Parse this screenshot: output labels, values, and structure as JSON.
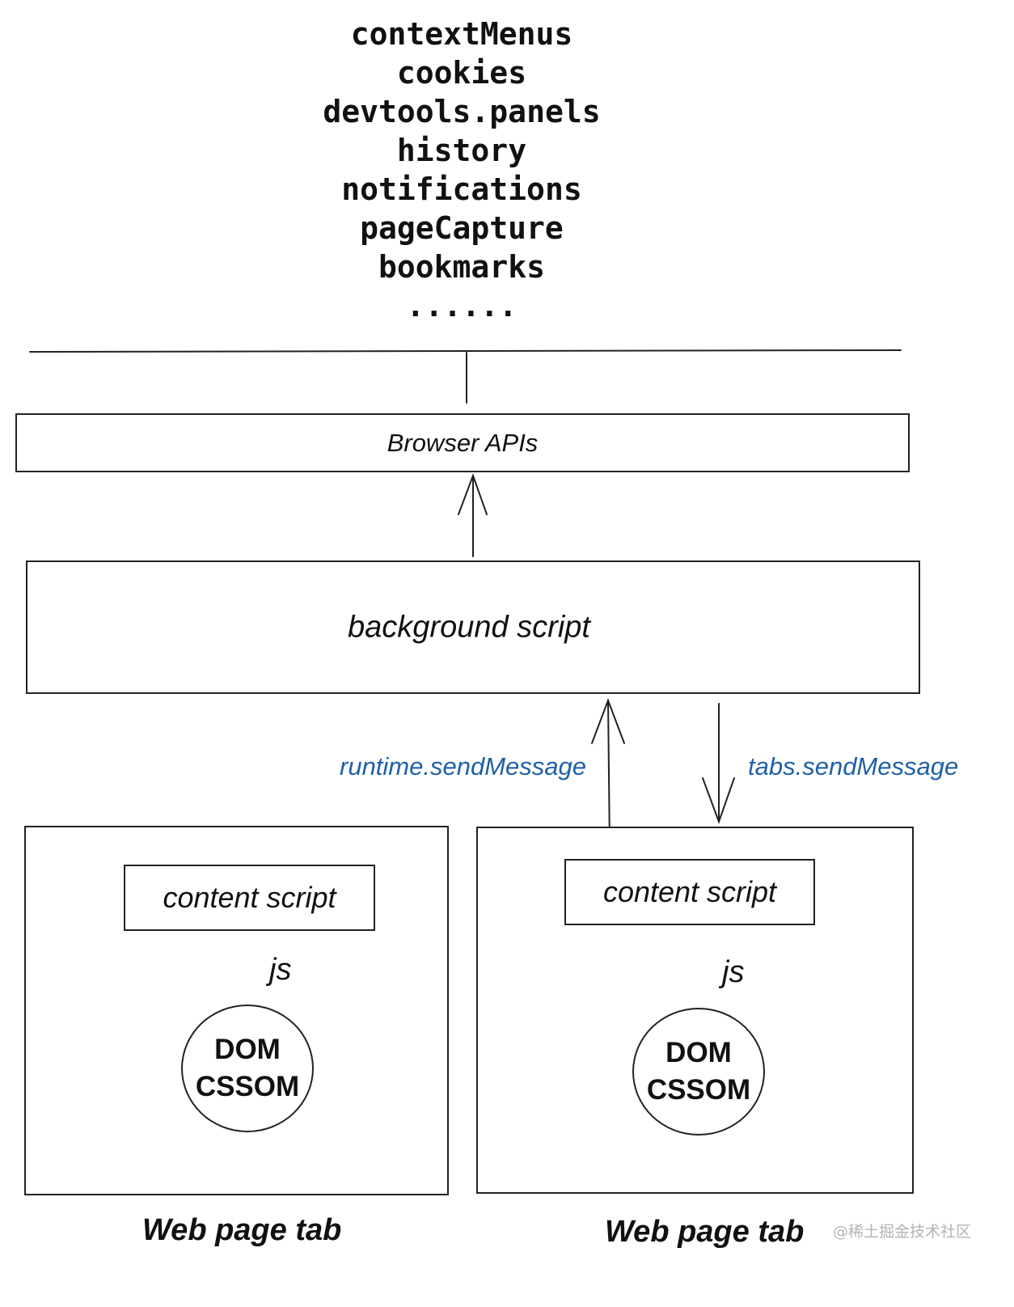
{
  "api_list": [
    "contextMenus",
    "cookies",
    "devtools.panels",
    "history",
    "notifications",
    "pageCapture",
    "bookmarks",
    "......"
  ],
  "browser_apis": {
    "label": "Browser APIs"
  },
  "background": {
    "label": "background script"
  },
  "messages": {
    "runtime": "runtime.sendMessage",
    "tabs": "tabs.sendMessage",
    "color": "#1f5fa8"
  },
  "tabs": [
    {
      "content_script": "content script",
      "js_label": "js",
      "dom": [
        "DOM",
        "CSSOM"
      ],
      "caption": "Web page tab"
    },
    {
      "content_script": "content script",
      "js_label": "js",
      "dom": [
        "DOM",
        "CSSOM"
      ],
      "caption": "Web page tab"
    }
  ],
  "watermark": "@稀土掘金技术社区"
}
